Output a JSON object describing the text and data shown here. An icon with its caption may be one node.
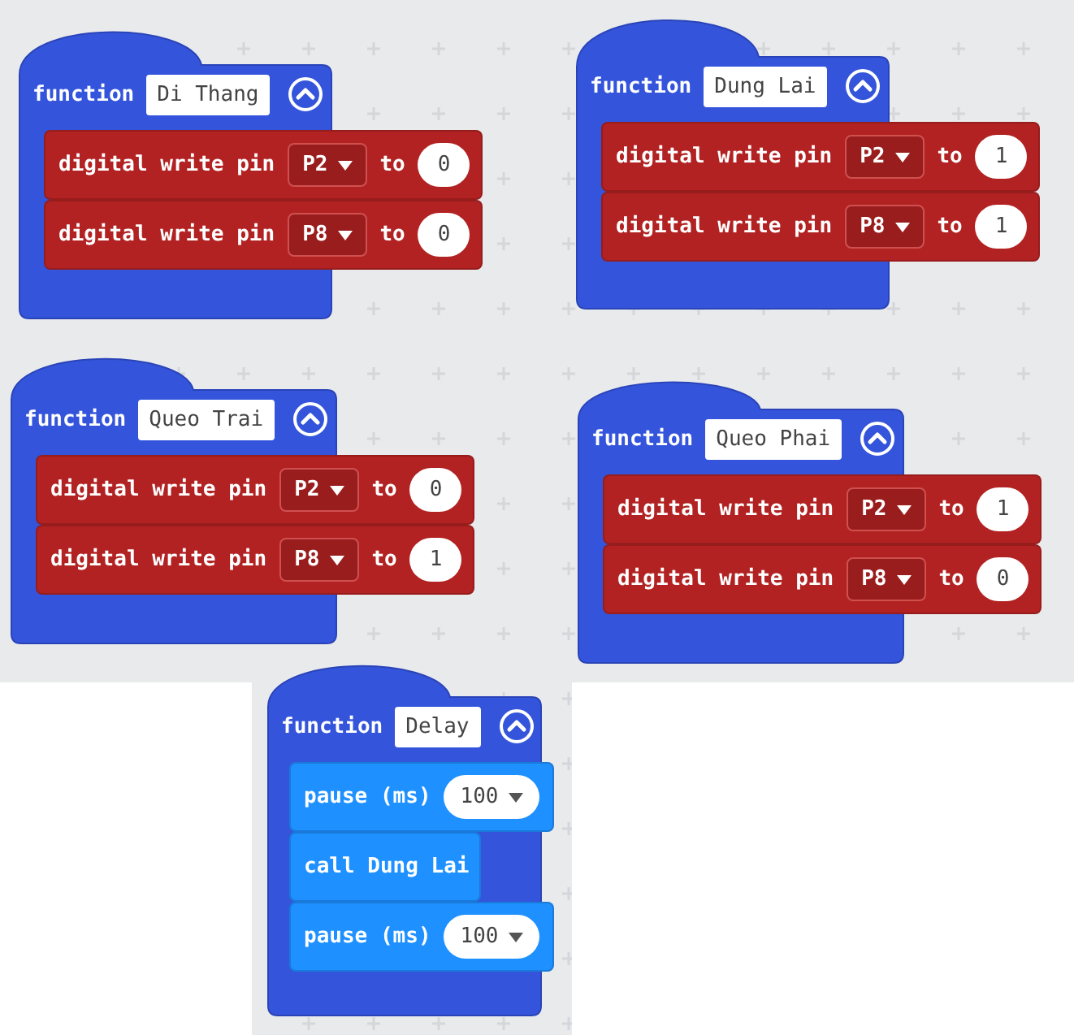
{
  "diagram": {
    "nodes": [
      {
        "text": [
          "function",
          "Di Thang"
        ]
      },
      {
        "text": [
          "digital write pin",
          "P2",
          "to",
          "0"
        ]
      },
      {
        "text": [
          "digital write pin",
          "P8",
          "to",
          "0"
        ]
      },
      {
        "text": [
          "function",
          "Dung Lai"
        ]
      },
      {
        "text": [
          "digital write pin",
          "P2",
          "to",
          "1"
        ]
      },
      {
        "text": [
          "digital write pin",
          "P8",
          "to",
          "1"
        ]
      },
      {
        "text": [
          "function",
          "Queo Trai"
        ]
      },
      {
        "text": [
          "digital write pin",
          "P2",
          "to",
          "0"
        ]
      },
      {
        "text": [
          "digital write pin",
          "P8",
          "to",
          "1"
        ]
      },
      {
        "text": [
          "function",
          "Queo Phai"
        ]
      },
      {
        "text": [
          "digital write pin",
          "P2",
          "to",
          "1"
        ]
      },
      {
        "text": [
          "digital write pin",
          "P8",
          "to",
          "0"
        ]
      },
      {
        "text": [
          "function",
          "Delay"
        ]
      },
      {
        "text": [
          "pause (ms)",
          "100"
        ],
        "in": 12
      },
      {
        "text": [
          "call Dung Lai"
        ],
        "in": 12
      },
      {
        "text": [
          "pause (ms)",
          "100"
        ],
        "in": 12
      }
    ]
  }
}
